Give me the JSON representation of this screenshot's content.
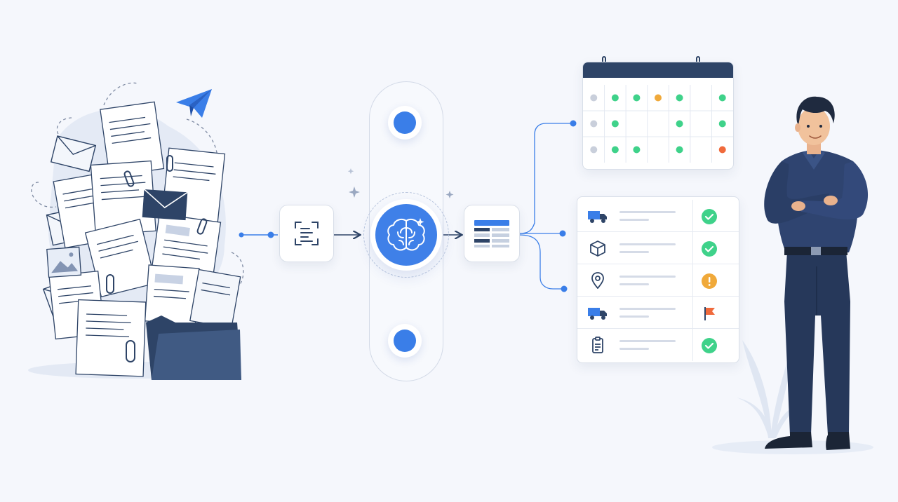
{
  "colors": {
    "background": "#f5f7fc",
    "accent_blue": "#3f80e8",
    "navy": "#2e4467",
    "line": "#c6d0e0",
    "status_green": "#3fd28a",
    "status_orange": "#f0a93a",
    "status_red": "#f06a3c",
    "status_gray": "#c9cfdb"
  },
  "icons": {
    "scanner": "document-scan-icon",
    "brain": "ai-brain-icon",
    "table": "data-table-icon",
    "paper_plane": "paper-plane-icon",
    "folder": "folder-icon",
    "envelope": "envelope-icon"
  },
  "calendar": {
    "rows": [
      [
        "gray",
        "green",
        "green",
        "orange",
        "green",
        "empty",
        "green"
      ],
      [
        "gray",
        "green",
        "empty",
        "empty",
        "green",
        "empty",
        "green"
      ],
      [
        "gray",
        "green",
        "green",
        "empty",
        "green",
        "empty",
        "red"
      ]
    ]
  },
  "checklist": {
    "rows": [
      {
        "icon": "truck-icon",
        "status": "check"
      },
      {
        "icon": "package-icon",
        "status": "check"
      },
      {
        "icon": "location-pin-icon",
        "status": "warning"
      },
      {
        "icon": "truck-icon",
        "status": "flag"
      },
      {
        "icon": "clipboard-icon",
        "status": "check"
      }
    ]
  }
}
